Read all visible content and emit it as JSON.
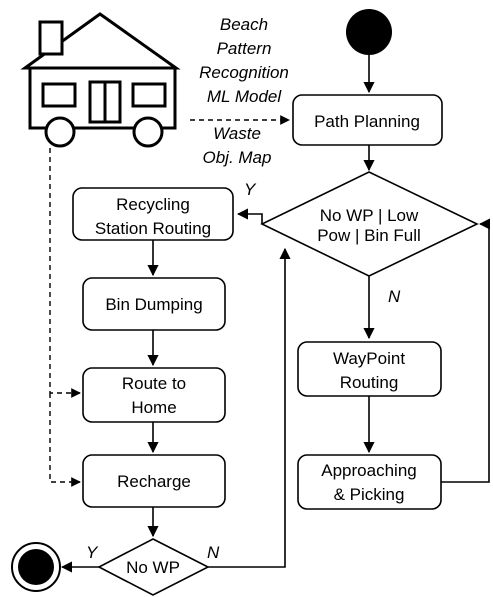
{
  "diagram": {
    "data_source_label": [
      "Beach",
      "Pattern",
      "Recognition",
      "ML Model"
    ],
    "map_label": [
      "Waste",
      "Obj. Map"
    ],
    "nodes": {
      "path_planning": "Path Planning",
      "decision_main": [
        "No WP | Low",
        "Pow | Bin Full"
      ],
      "recycling_routing": [
        "Recycling",
        "Station Routing"
      ],
      "bin_dumping": "Bin Dumping",
      "route_home": [
        "Route to",
        "Home"
      ],
      "recharge": "Recharge",
      "waypoint_routing": [
        "WayPoint",
        "Routing"
      ],
      "approaching_picking": [
        "Approaching",
        "& Picking"
      ],
      "decision_wp": "No WP"
    },
    "edge_labels": {
      "main_yes": "Y",
      "main_no": "N",
      "wp_yes": "Y",
      "wp_no": "N"
    }
  }
}
